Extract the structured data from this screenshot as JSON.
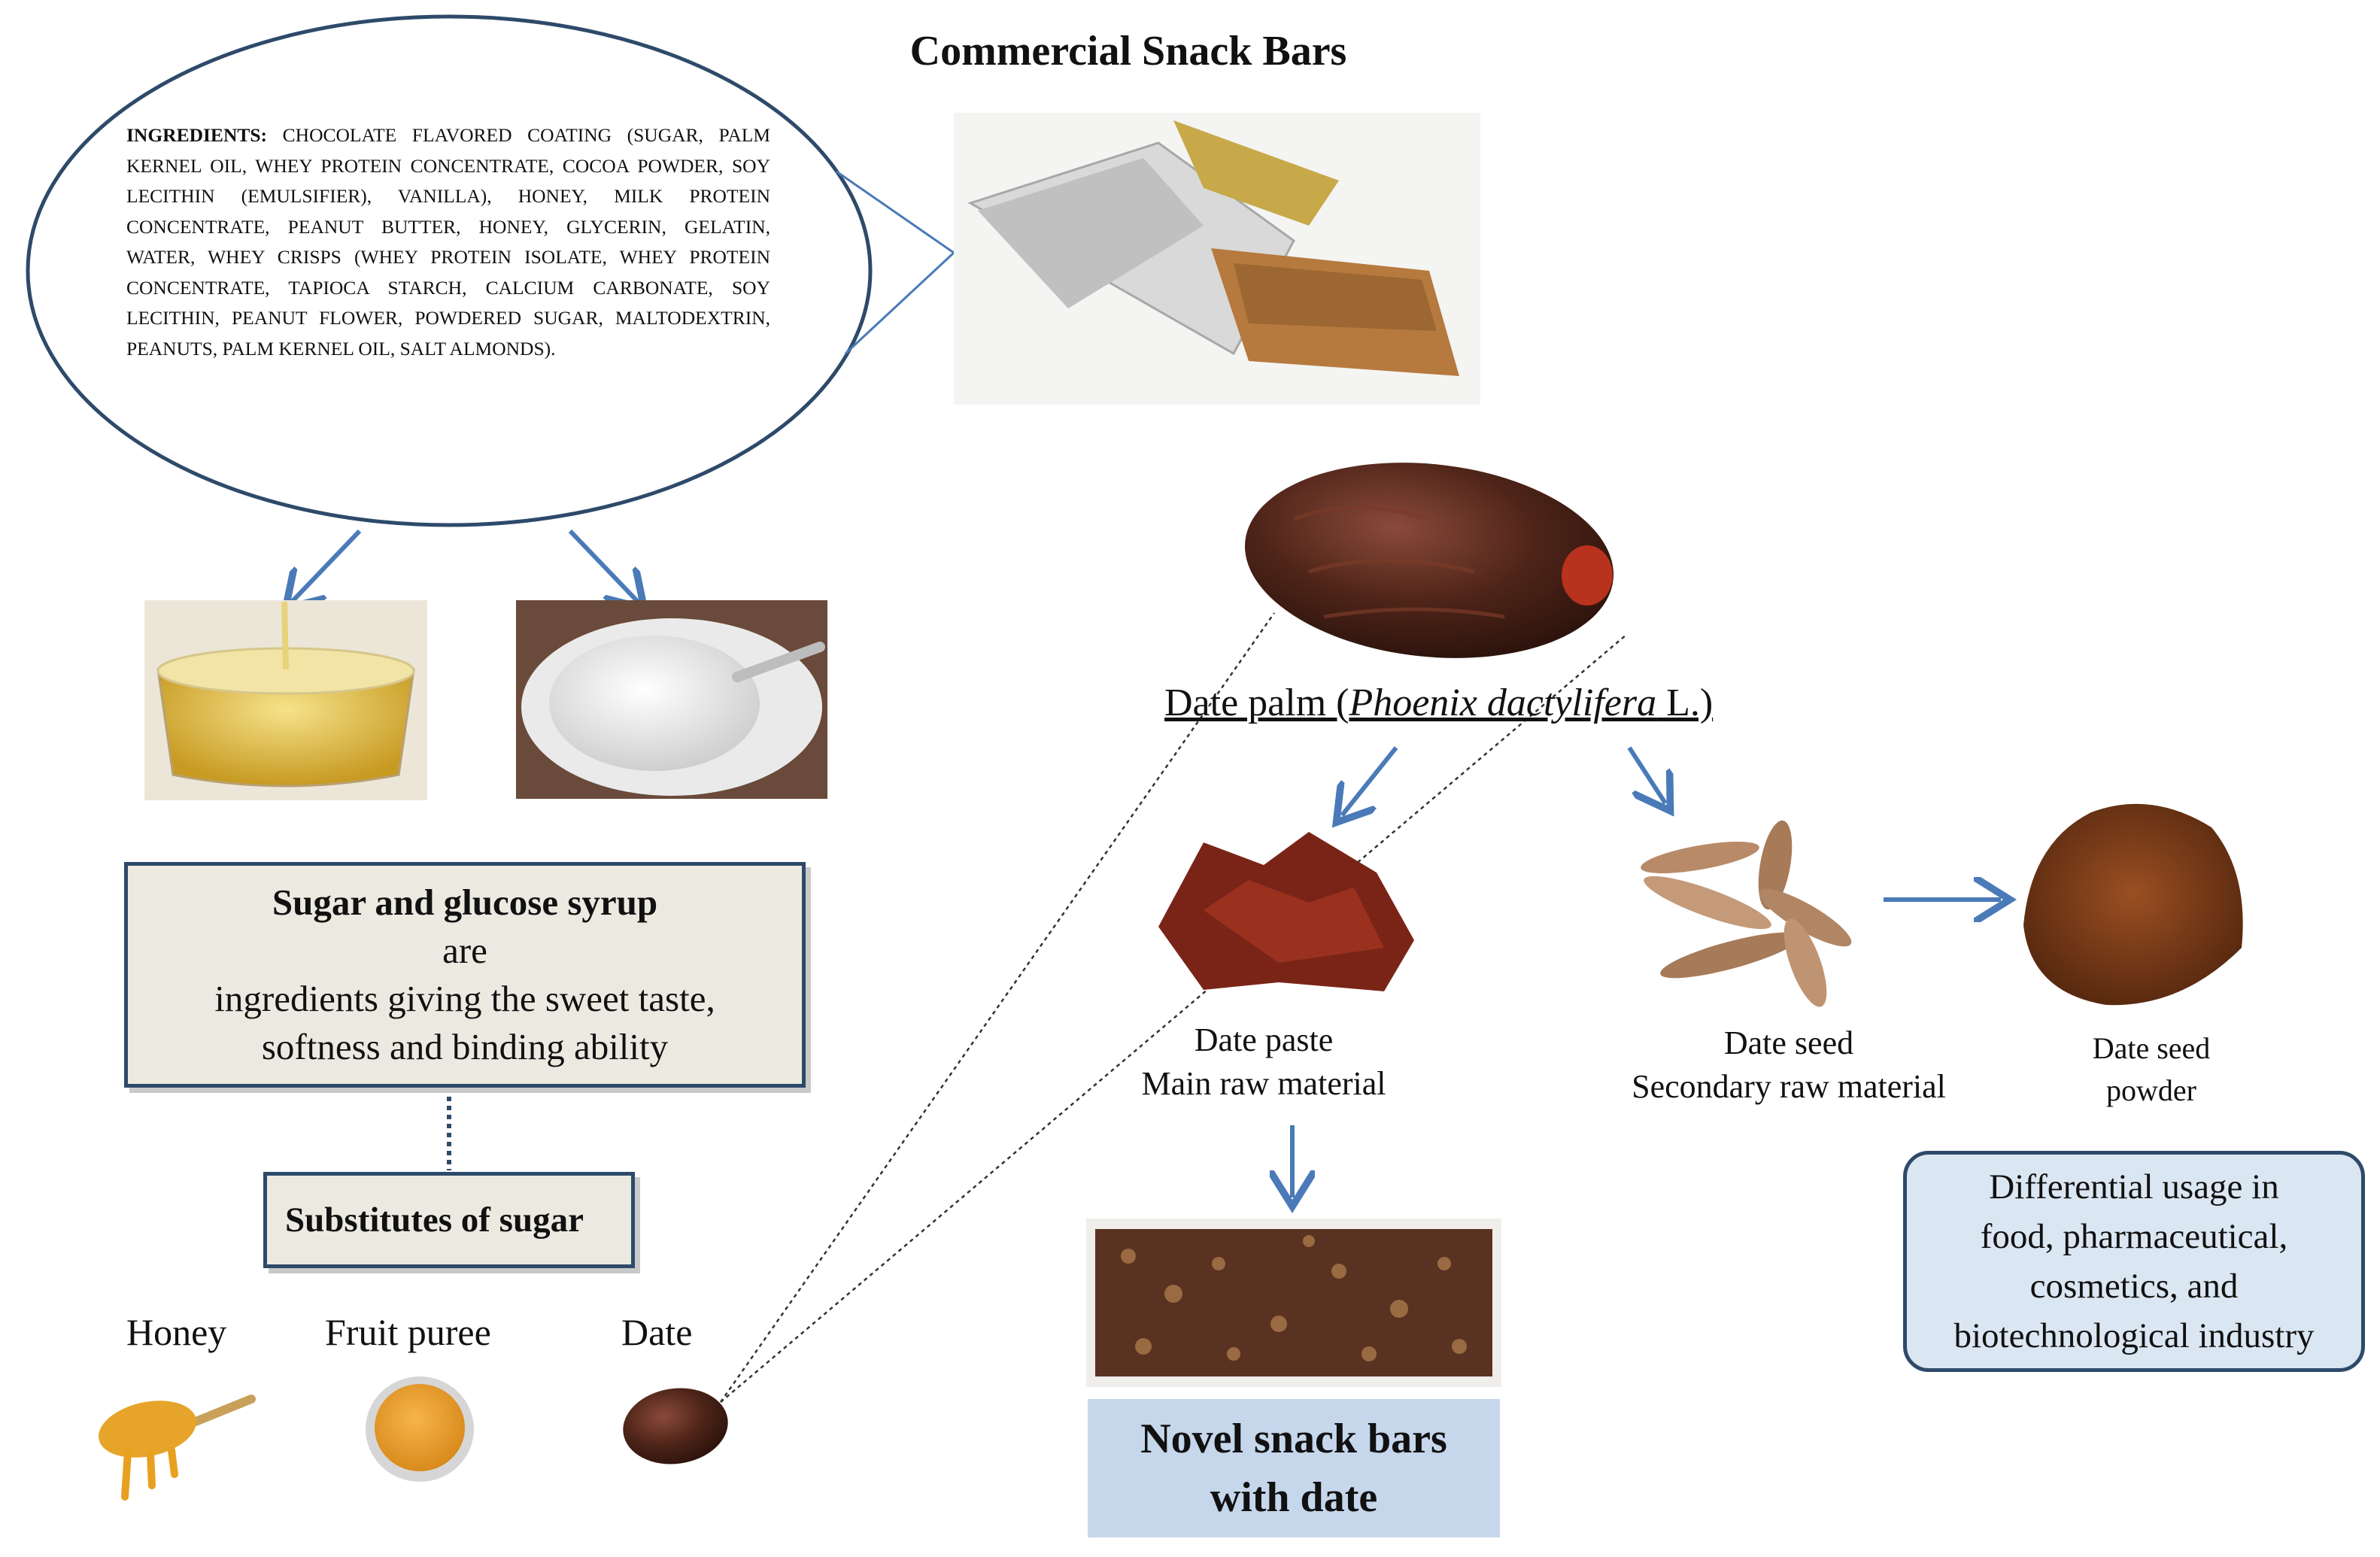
{
  "title": "Commercial Snack Bars",
  "ingredients": {
    "label": "INGREDIENTS:",
    "text": "CHOCOLATE FLAVORED COATING (SUGAR, PALM KERNEL OIL, WHEY PROTEIN CONCENTRATE, COCOA POWDER, SOY LECITHIN (EMULSIFIER), VANILLA), HONEY, MILK PROTEIN CONCENTRATE, PEANUT BUTTER, HONEY, GLYCERIN, GELATIN, WATER, WHEY CRISPS (WHEY PROTEIN ISOLATE, WHEY PROTEIN CONCENTRATE, TAPIOCA STARCH, CALCIUM CARBONATE, SOY LECITHIN, PEANUT FLOWER, POWDERED SUGAR, MALTODEXTRIN, PEANUTS, PALM KERNEL OIL, SALT ALMONDS)."
  },
  "sugar_box": {
    "line1": "Sugar and  glucose syrup",
    "line2": "are",
    "line3": "ingredients giving the sweet taste,",
    "line4": "softness and binding ability"
  },
  "substitutes_label": "Substitutes of sugar",
  "substitutes": [
    "Honey",
    "Fruit puree",
    "Date"
  ],
  "date_palm": {
    "prefix": "Date palm (",
    "species": "Phoenix dactylifera",
    "suffix": " L.)"
  },
  "date_paste": {
    "line1": "Date paste",
    "line2": "Main raw material"
  },
  "date_seed": {
    "line1": "Date seed",
    "line2": "Secondary raw material"
  },
  "date_seed_powder": {
    "line1": "Date seed",
    "line2": "powder"
  },
  "novel_bar": {
    "line1": "Novel snack bars",
    "line2": "with  date"
  },
  "differential": {
    "line1": "Differential usage in",
    "line2": "food, pharmaceutical,",
    "line3": "cosmetics, and",
    "line4": "biotechnological industry"
  },
  "colors": {
    "arrow": "#4a7ab8",
    "box_border": "#2e4a6a",
    "sugar_box_bg": "#eceae0",
    "novel_box_bg": "#c6d7ec",
    "diff_box_bg": "#dbe6f3"
  },
  "icons": [
    "ellipse-callout",
    "snack-bar-photo",
    "glucose-syrup-photo",
    "sugar-photo",
    "honey-dipper-icon",
    "fruit-puree-icon",
    "date-fruit-icon",
    "date-paste-photo",
    "date-seeds-photo",
    "seed-powder-photo",
    "novel-snack-bar-photo"
  ]
}
